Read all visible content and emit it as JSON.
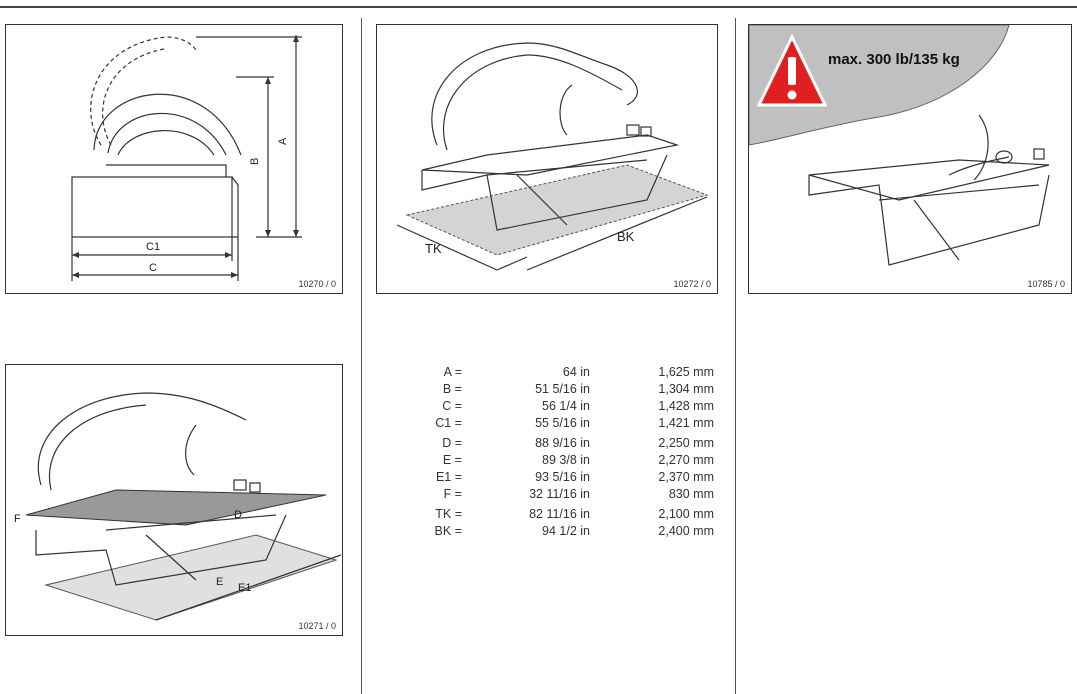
{
  "figures": [
    {
      "id": "dimensions-side",
      "code": "10270 / 0",
      "labels": {
        "a": "A",
        "b": "B",
        "c": "C",
        "c1": "C1"
      }
    },
    {
      "id": "footprint",
      "code": "10272 / 0",
      "labels": {
        "tk": "TK",
        "bk": "BK"
      }
    },
    {
      "id": "max-load",
      "code": "10785 / 0",
      "warning": "max. 300 lb/135 kg"
    },
    {
      "id": "open-dimensions",
      "code": "10271 / 0",
      "labels": {
        "d": "D",
        "e": "E",
        "e1": "E1",
        "f": "F"
      }
    }
  ],
  "dimensions": [
    {
      "key": "A =",
      "in": "64 in",
      "mm": "1,625 mm"
    },
    {
      "key": "B =",
      "in": "51 5/16 in",
      "mm": "1,304 mm"
    },
    {
      "key": "C =",
      "in": "56 1/4 in",
      "mm": "1,428 mm"
    },
    {
      "key": "C1 =",
      "in": "55 5/16 in",
      "mm": "1,421 mm"
    },
    {
      "key": "D =",
      "in": "88 9/16 in",
      "mm": "2,250 mm"
    },
    {
      "key": "E =",
      "in": "89 3/8 in",
      "mm": "2,270 mm"
    },
    {
      "key": "E1 =",
      "in": "93 5/16 in",
      "mm": "2,370 mm"
    },
    {
      "key": "F =",
      "in": "32 11/16 in",
      "mm": "830 mm"
    },
    {
      "key": "TK =",
      "in": "82 11/16 in",
      "mm": "2,100 mm"
    },
    {
      "key": "BK =",
      "in": "94 1/2 in",
      "mm": "2,400 mm"
    }
  ],
  "colors": {
    "warning_red": "#e02020",
    "floor_gray": "#c8c8c8",
    "line": "#333333"
  }
}
